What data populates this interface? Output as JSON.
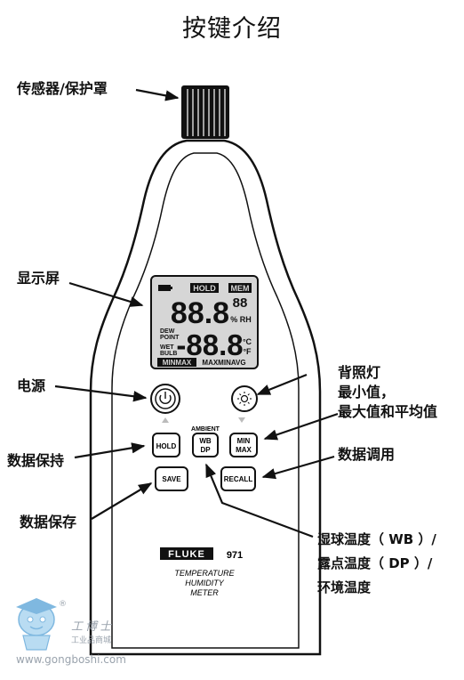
{
  "title": "按键介绍",
  "callouts": {
    "sensor_cap": "传感器/保护罩",
    "display": "显示屏",
    "power": "电源",
    "hold": "数据保持",
    "save": "数据保存",
    "backlight": "背照灯",
    "minmax_line1": "最小值，",
    "minmax_line2": "最大值和平均值",
    "recall": "数据调用",
    "wbdp_line1": "湿球温度（ WB ）/",
    "wbdp_line2": "露点温度（ DP ）/",
    "wbdp_line3": "环境温度"
  },
  "lcd": {
    "hold": "HOLD",
    "mem": "MEM",
    "mem_digits": "88",
    "top_digits": "88.8",
    "rh_unit": "% RH",
    "dew_point": "DEW\nPOINT",
    "dew": "DEW",
    "point": "POINT",
    "wet": "WET",
    "bulb": "BULB",
    "bottom_digits": "-88.8",
    "unit_c": "°C",
    "unit_f": "°F",
    "minmax_box": "MINMAX",
    "max_min_avg": "MAXMINAVG"
  },
  "buttons": {
    "hold": "HOLD",
    "ambient": "AMBIENT",
    "wb": "WB",
    "dp": "DP",
    "min": "MIN",
    "max": "MAX",
    "save": "SAVE",
    "recall": "RECALL"
  },
  "device": {
    "brand": "FLUKE",
    "model": "971",
    "desc_line1": "TEMPERATURE",
    "desc_line2": "HUMIDITY",
    "desc_line3": "METER"
  },
  "watermark": {
    "name": "工博士",
    "sub": "工业品商城",
    "url": "www.gongboshi.com",
    "reg": "®"
  },
  "colors": {
    "ink": "#111111",
    "lcd_bg": "#d6d6d6",
    "watermark": "#9aa3ad",
    "mascot": "#7fb8e0"
  }
}
